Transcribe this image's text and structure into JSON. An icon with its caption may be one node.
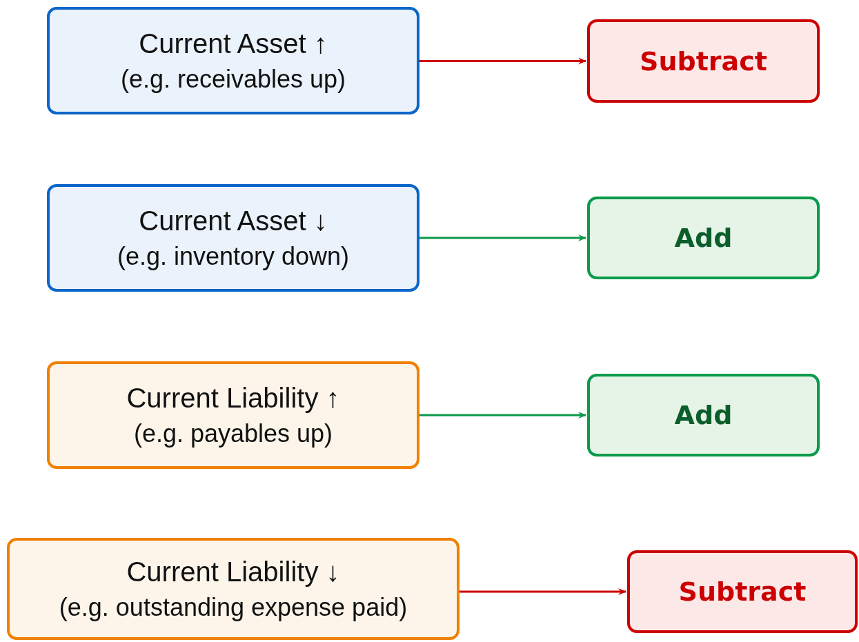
{
  "diagram": {
    "nodes": [
      {
        "text": [
          "Current Asset ↑",
          "(e.g. receivables up)"
        ]
      },
      {
        "text": [
          "Subtract"
        ]
      },
      {
        "text": [
          "Current Asset ↓",
          "(e.g. inventory down)"
        ]
      },
      {
        "text": [
          "Add"
        ]
      },
      {
        "text": [
          "Current Liability ↑",
          "(e.g. payables up)"
        ]
      },
      {
        "text": [
          "Add"
        ]
      },
      {
        "text": [
          "Current Liability ↓",
          "(e.g. outstanding expense paid)"
        ]
      },
      {
        "text": [
          "Subtract"
        ]
      }
    ],
    "edges": [
      {
        "from": 0,
        "to": 1,
        "arrow": "to",
        "color": "#cc0000"
      },
      {
        "from": 2,
        "to": 3,
        "arrow": "to",
        "color": "#0a9a4a"
      },
      {
        "from": 4,
        "to": 5,
        "arrow": "to",
        "color": "#0a9a4a"
      },
      {
        "from": 6,
        "to": 7,
        "arrow": "to",
        "color": "#cc0000"
      }
    ]
  }
}
